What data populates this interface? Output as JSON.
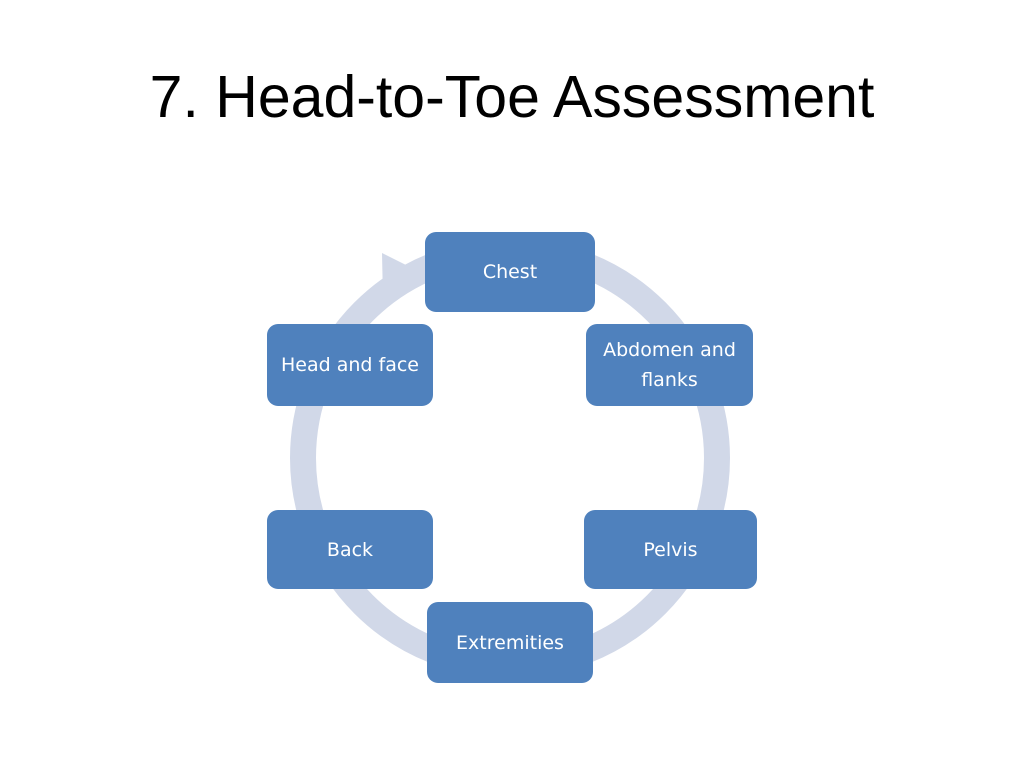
{
  "slide": {
    "title": "7. Head-to-Toe Assessment"
  },
  "colors": {
    "node_fill": "#4f81bd",
    "ring": "#d1d8e8"
  },
  "cycle": {
    "nodes": [
      {
        "label": "Chest"
      },
      {
        "label": "Abdomen and flanks"
      },
      {
        "label": "Pelvis"
      },
      {
        "label": "Extremities"
      },
      {
        "label": "Back"
      },
      {
        "label": "Head and face"
      }
    ]
  }
}
